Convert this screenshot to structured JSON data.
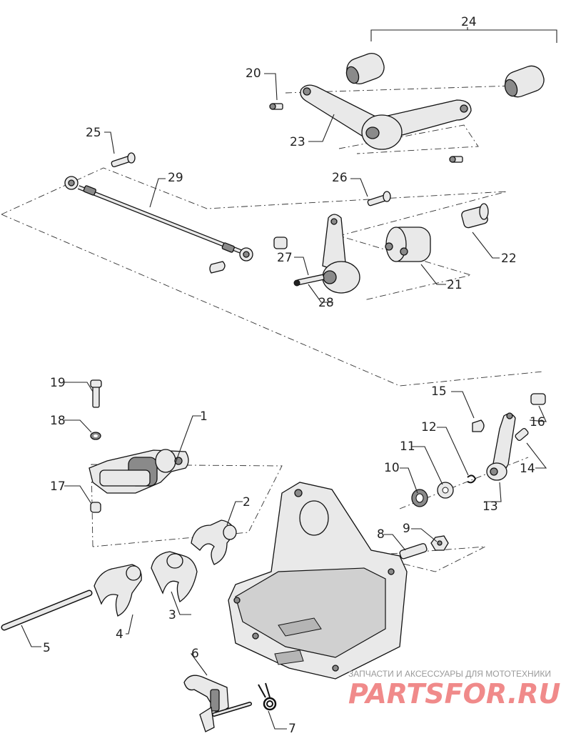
{
  "labels": {
    "p1": "1",
    "p2": "2",
    "p3": "3",
    "p4": "4",
    "p5": "5",
    "p6": "6",
    "p7": "7",
    "p8": "8",
    "p9": "9",
    "p10": "10",
    "p11": "11",
    "p12": "12",
    "p13": "13",
    "p14": "14",
    "p15": "15",
    "p16": "16",
    "p17": "17",
    "p18": "18",
    "p19": "19",
    "p20": "20",
    "p21": "21",
    "p22": "22",
    "p23": "23",
    "p24": "24",
    "p25": "25",
    "p26": "26",
    "p27": "27",
    "p28": "28",
    "p29": "29"
  },
  "watermark": {
    "tagline": "ЗАПЧАСТИ И АКСЕССУАРЫ ДЛЯ МОТОТЕХНИКИ",
    "brand": "PARTSFOR.RU"
  }
}
